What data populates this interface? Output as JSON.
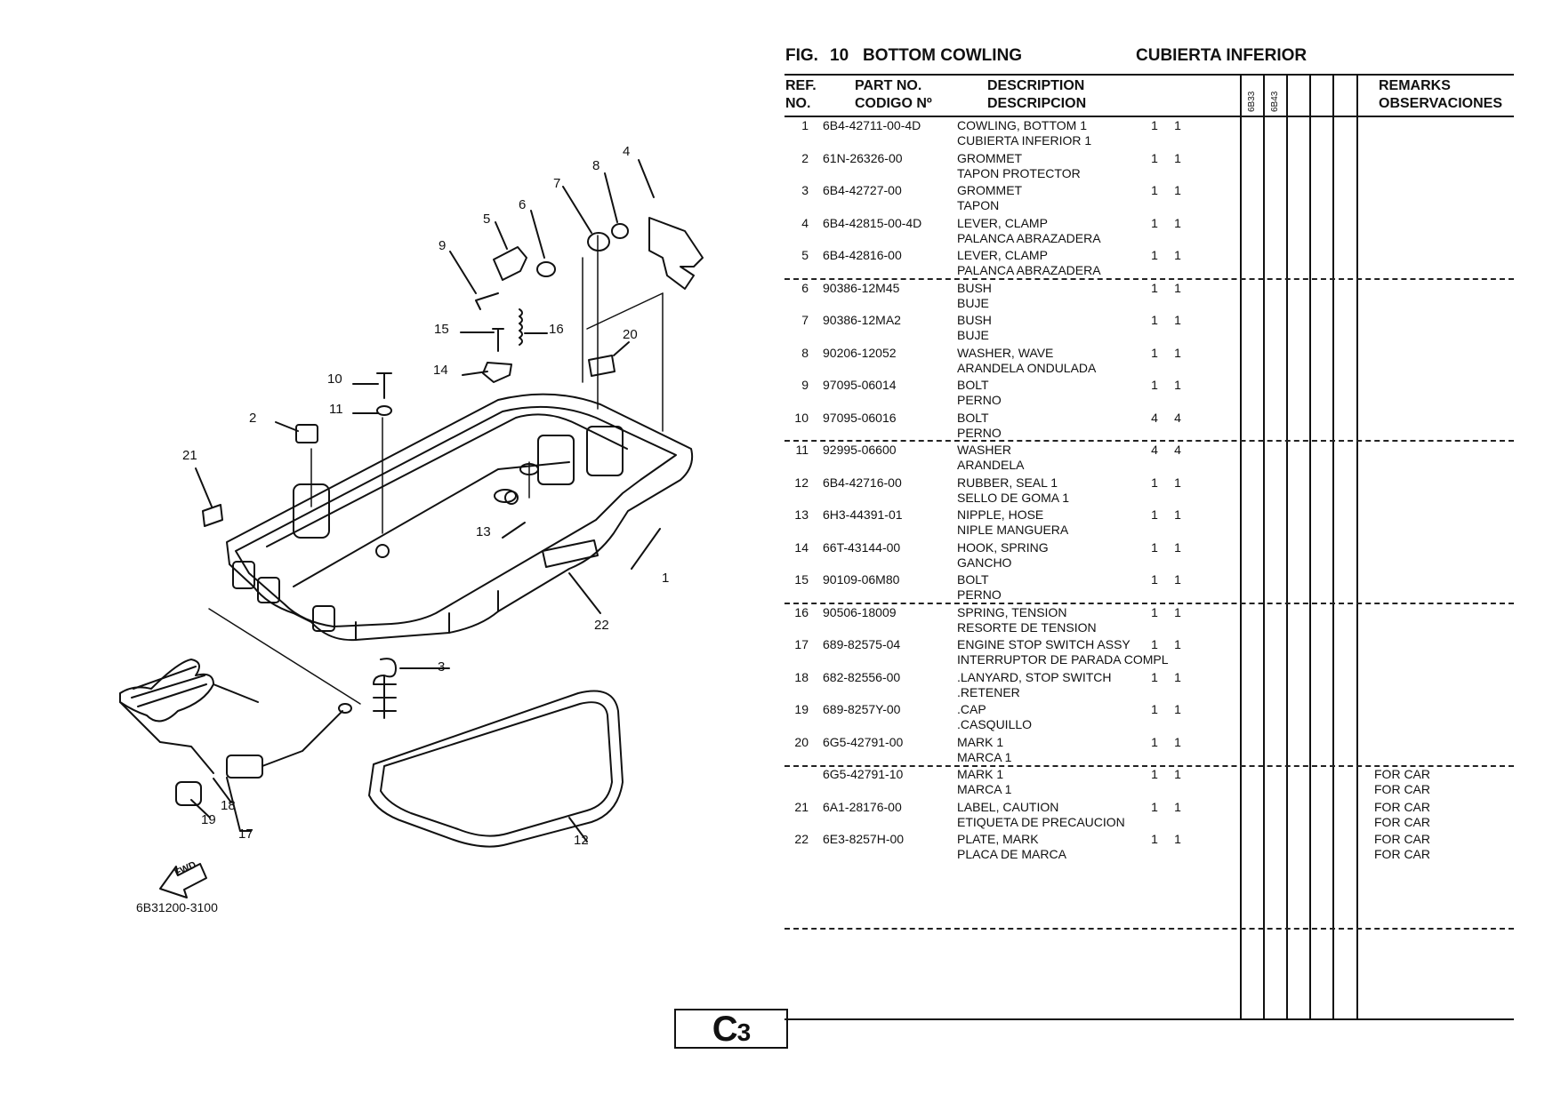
{
  "header": {
    "fig_label": "FIG.",
    "fig_number": "10",
    "title_en": "BOTTOM COWLING",
    "title_es": "CUBIERTA INFERIOR"
  },
  "columns": {
    "ref_line1": "REF.",
    "ref_line2": "NO.",
    "part_line1": "PART NO.",
    "part_line2": "CODIGO Nº",
    "desc_line1": "DESCRIPTION",
    "desc_line2": "DESCRIPCION",
    "model_1": "6B33",
    "model_2": "6B43",
    "remarks_line1": "REMARKS",
    "remarks_line2": "OBSERVACIONES"
  },
  "parts": [
    {
      "ref": "1",
      "part_no": "6B4-42711-00-4D",
      "desc_en": "COWLING, BOTTOM 1",
      "desc_es": "CUBIERTA INFERIOR 1",
      "q1": "1",
      "q2": "1",
      "remark1": "",
      "remark2": ""
    },
    {
      "ref": "2",
      "part_no": "61N-26326-00",
      "desc_en": "GROMMET",
      "desc_es": "TAPON PROTECTOR",
      "q1": "1",
      "q2": "1",
      "remark1": "",
      "remark2": ""
    },
    {
      "ref": "3",
      "part_no": "6B4-42727-00",
      "desc_en": "GROMMET",
      "desc_es": "TAPON",
      "q1": "1",
      "q2": "1",
      "remark1": "",
      "remark2": ""
    },
    {
      "ref": "4",
      "part_no": "6B4-42815-00-4D",
      "desc_en": "LEVER, CLAMP",
      "desc_es": "PALANCA  ABRAZADERA",
      "q1": "1",
      "q2": "1",
      "remark1": "",
      "remark2": ""
    },
    {
      "ref": "5",
      "part_no": "6B4-42816-00",
      "desc_en": "LEVER, CLAMP",
      "desc_es": "PALANCA  ABRAZADERA",
      "q1": "1",
      "q2": "1",
      "remark1": "",
      "remark2": ""
    },
    {
      "ref": "6",
      "part_no": "90386-12M45",
      "desc_en": "BUSH",
      "desc_es": "BUJE",
      "q1": "1",
      "q2": "1",
      "remark1": "",
      "remark2": ""
    },
    {
      "ref": "7",
      "part_no": "90386-12MA2",
      "desc_en": "BUSH",
      "desc_es": "BUJE",
      "q1": "1",
      "q2": "1",
      "remark1": "",
      "remark2": ""
    },
    {
      "ref": "8",
      "part_no": "90206-12052",
      "desc_en": "WASHER, WAVE",
      "desc_es": "ARANDELA  ONDULADA",
      "q1": "1",
      "q2": "1",
      "remark1": "",
      "remark2": ""
    },
    {
      "ref": "9",
      "part_no": "97095-06014",
      "desc_en": "BOLT",
      "desc_es": "PERNO",
      "q1": "1",
      "q2": "1",
      "remark1": "",
      "remark2": ""
    },
    {
      "ref": "10",
      "part_no": "97095-06016",
      "desc_en": "BOLT",
      "desc_es": "PERNO",
      "q1": "4",
      "q2": "4",
      "remark1": "",
      "remark2": ""
    },
    {
      "ref": "11",
      "part_no": "92995-06600",
      "desc_en": "WASHER",
      "desc_es": "ARANDELA",
      "q1": "4",
      "q2": "4",
      "remark1": "",
      "remark2": ""
    },
    {
      "ref": "12",
      "part_no": "6B4-42716-00",
      "desc_en": "RUBBER, SEAL 1",
      "desc_es": "SELLO DE GOMA 1",
      "q1": "1",
      "q2": "1",
      "remark1": "",
      "remark2": ""
    },
    {
      "ref": "13",
      "part_no": "6H3-44391-01",
      "desc_en": "NIPPLE, HOSE",
      "desc_es": "NIPLE MANGUERA",
      "q1": "1",
      "q2": "1",
      "remark1": "",
      "remark2": ""
    },
    {
      "ref": "14",
      "part_no": "66T-43144-00",
      "desc_en": "HOOK, SPRING",
      "desc_es": "GANCHO",
      "q1": "1",
      "q2": "1",
      "remark1": "",
      "remark2": ""
    },
    {
      "ref": "15",
      "part_no": "90109-06M80",
      "desc_en": "BOLT",
      "desc_es": "PERNO",
      "q1": "1",
      "q2": "1",
      "remark1": "",
      "remark2": ""
    },
    {
      "ref": "16",
      "part_no": "90506-18009",
      "desc_en": "SPRING, TENSION",
      "desc_es": "RESORTE  DE TENSION",
      "q1": "1",
      "q2": "1",
      "remark1": "",
      "remark2": ""
    },
    {
      "ref": "17",
      "part_no": "689-82575-04",
      "desc_en": "ENGINE STOP SWITCH ASSY",
      "desc_es": "INTERRUPTOR DE PARADA COMPL",
      "q1": "1",
      "q2": "1",
      "remark1": "",
      "remark2": ""
    },
    {
      "ref": "18",
      "part_no": "682-82556-00",
      "desc_en": ".LANYARD, STOP SWITCH",
      "desc_es": ".RETENER",
      "q1": "1",
      "q2": "1",
      "remark1": "",
      "remark2": ""
    },
    {
      "ref": "19",
      "part_no": "689-8257Y-00",
      "desc_en": ".CAP",
      "desc_es": ".CASQUILLO",
      "q1": "1",
      "q2": "1",
      "remark1": "",
      "remark2": ""
    },
    {
      "ref": "20",
      "part_no": "6G5-42791-00",
      "desc_en": "MARK 1",
      "desc_es": "MARCA 1",
      "q1": "1",
      "q2": "1",
      "remark1": "",
      "remark2": ""
    },
    {
      "ref": "",
      "part_no": "6G5-42791-10",
      "desc_en": "MARK 1",
      "desc_es": "MARCA 1",
      "q1": "1",
      "q2": "1",
      "remark1": "FOR CAR",
      "remark2": "FOR CAR"
    },
    {
      "ref": "21",
      "part_no": "6A1-28176-00",
      "desc_en": "LABEL, CAUTION",
      "desc_es": "ETIQUETA  DE PRECAUCION",
      "q1": "1",
      "q2": "1",
      "remark1": "FOR CAR",
      "remark2": "FOR CAR"
    },
    {
      "ref": "22",
      "part_no": "6E3-8257H-00",
      "desc_en": "PLATE, MARK",
      "desc_es": "PLACA  DE MARCA",
      "q1": "1",
      "q2": "1",
      "remark1": "FOR CAR",
      "remark2": "FOR CAR"
    }
  ],
  "diagram": {
    "code": "6B31200-3100",
    "fwd_label": "FWD",
    "callouts": [
      "1",
      "2",
      "3",
      "4",
      "5",
      "6",
      "7",
      "8",
      "9",
      "10",
      "11",
      "12",
      "13",
      "14",
      "15",
      "16",
      "17",
      "18",
      "19",
      "20",
      "21",
      "22"
    ]
  },
  "page_box": {
    "letter": "C",
    "number": "3"
  }
}
